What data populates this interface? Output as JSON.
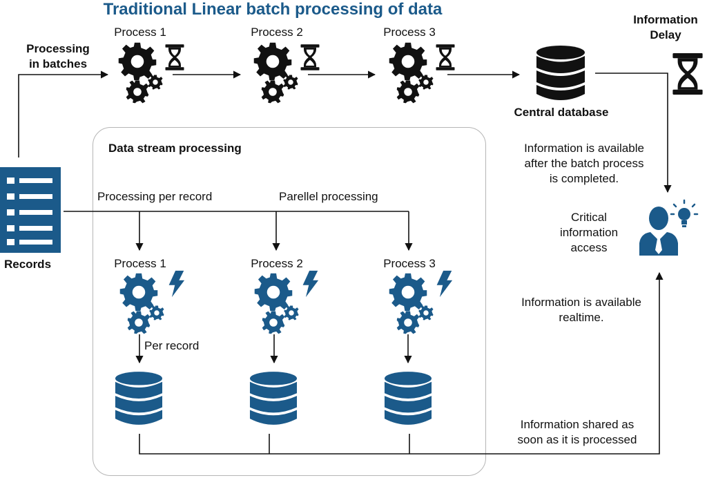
{
  "title": "Traditional Linear batch processing of data",
  "batch": {
    "input_label": [
      "Processing",
      "in batches"
    ],
    "processes": [
      "Process 1",
      "Process 2",
      "Process 3"
    ],
    "central_db_label": "Central database",
    "delay_label": [
      "Information",
      "Delay"
    ],
    "batch_info_note": [
      "Information is available",
      "after the batch process",
      "is completed."
    ]
  },
  "records_label": "Records",
  "stream": {
    "section_title": "Data stream processing",
    "per_record_label": "Processing per record",
    "parallel_label": "Parellel processing",
    "processes": [
      "Process 1",
      "Process 2",
      "Process 3"
    ],
    "per_record_note": "Per record",
    "realtime_note": [
      "Information is available",
      "realtime."
    ],
    "shared_note": [
      "Information shared as",
      "soon as it is processed"
    ]
  },
  "access_label": [
    "Critical",
    "information",
    "access"
  ],
  "colors": {
    "title": "#1b5a8a",
    "stream_icons": "#1b5a8a",
    "batch_icons": "#111111",
    "frame": "#b5b5b5"
  }
}
